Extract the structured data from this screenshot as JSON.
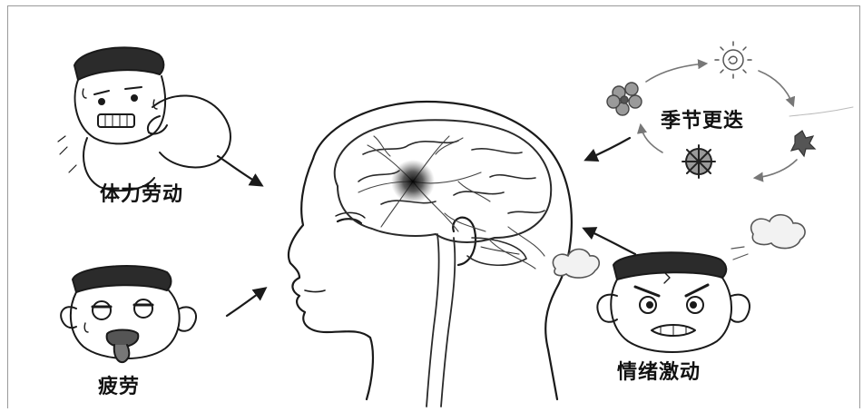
{
  "labels": {
    "physical_labor": "体力劳动",
    "fatigue": "疲劳",
    "season_change": "季节更迭",
    "emotional_excitement": "情绪激动"
  },
  "colors": {
    "ink": "#1a1a1a",
    "lesion": "#111111",
    "vessel": "#444444",
    "hair": "#2b2b2b"
  },
  "icons": [
    "flower-icon",
    "sun-icon",
    "leaf-icon",
    "snowflake-icon",
    "wind-icon",
    "steam-cloud-icon"
  ]
}
